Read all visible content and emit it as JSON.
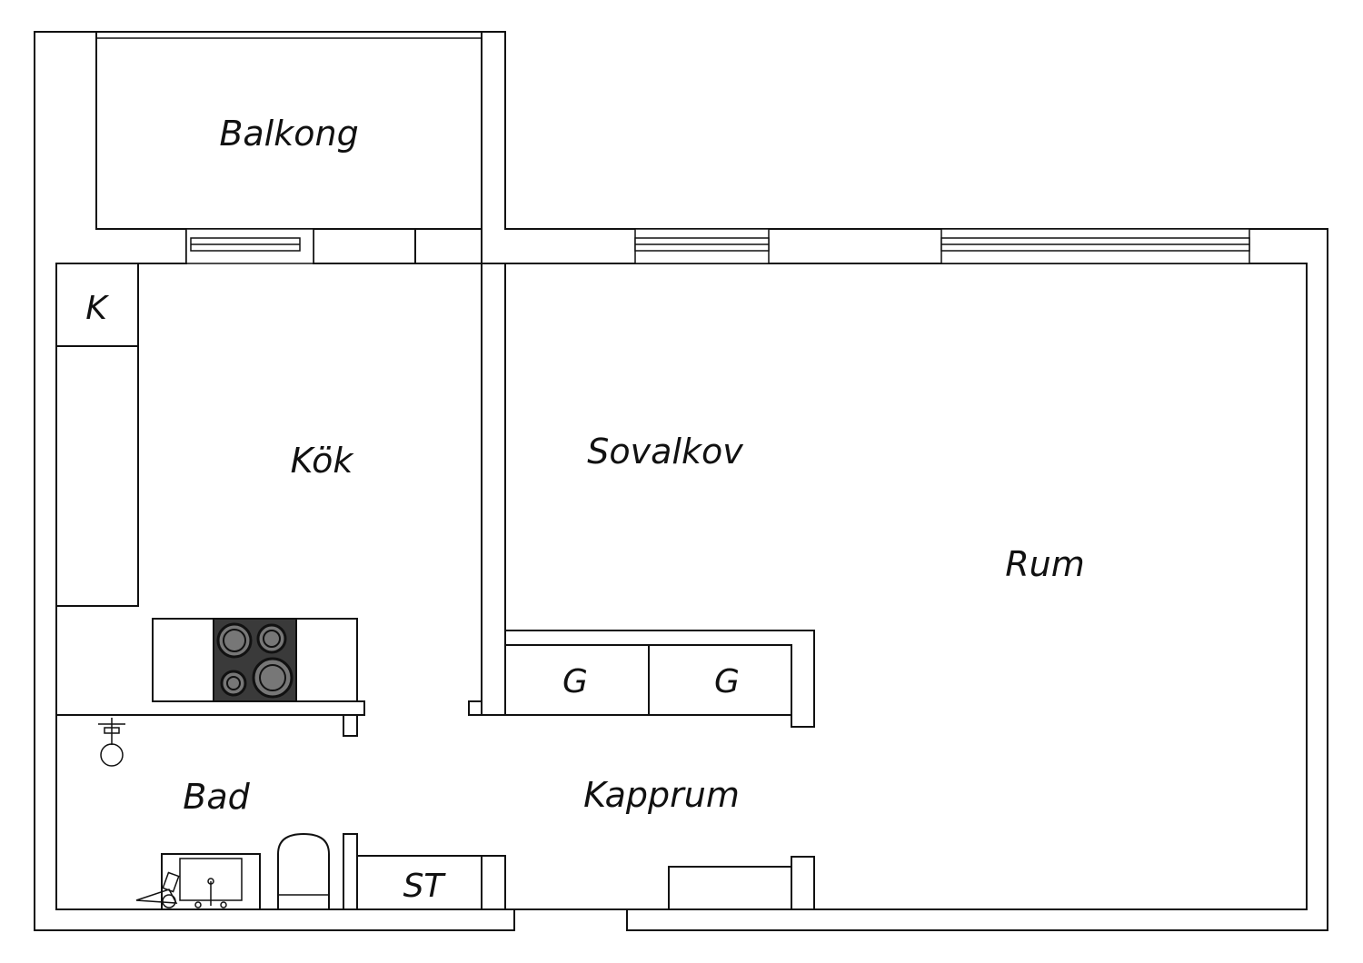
{
  "rooms": {
    "balkong": "Balkong",
    "kok": "Kök",
    "sovalkov": "Sovalkov",
    "rum": "Rum",
    "bad": "Bad",
    "kapprum": "Kapprum",
    "st": "ST",
    "k": "K",
    "g1": "G",
    "g2": "G"
  }
}
